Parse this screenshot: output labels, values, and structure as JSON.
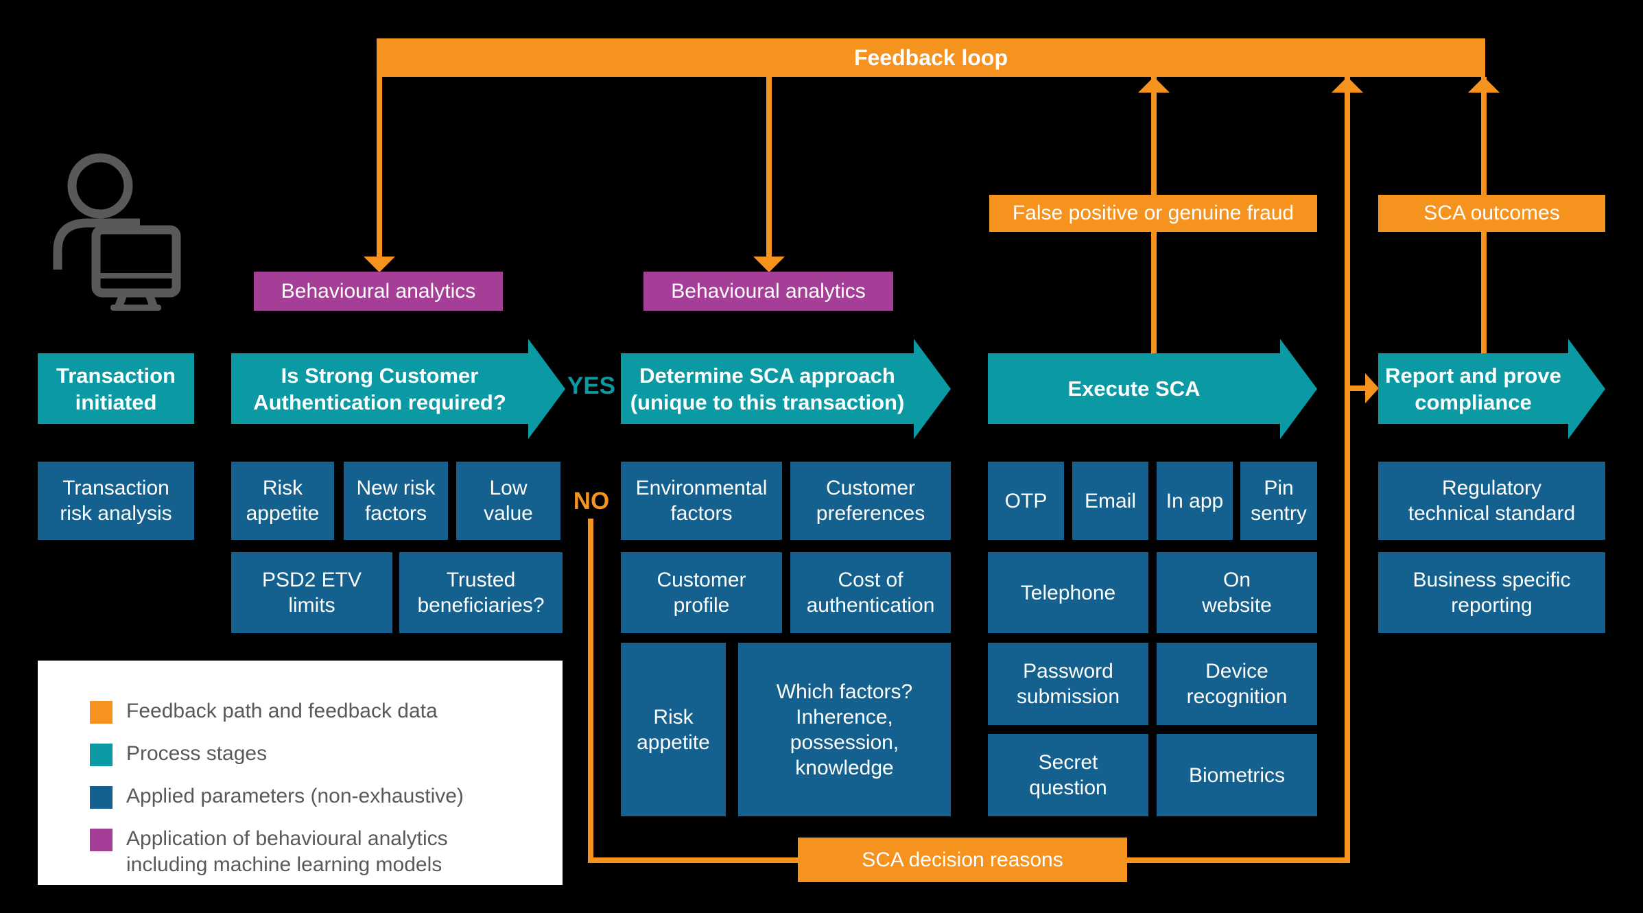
{
  "colors": {
    "background": "#000000",
    "orange_feedback": "#F6921E",
    "teal_process": "#0B9AA4",
    "blue_parameters": "#14608E",
    "purple_behavioural": "#A53E97",
    "icon_gray": "#58595B",
    "legend_text_gray": "#58595B",
    "text_white": "#FFFFFF"
  },
  "feedback_bar": {
    "label": "Feedback loop"
  },
  "behavioural": {
    "left": "Behavioural analytics",
    "right": "Behavioural analytics"
  },
  "decision": {
    "yes": "YES",
    "no": "NO"
  },
  "feedback_boxes": {
    "false_positive": "False positive or genuine fraud",
    "sca_outcomes": "SCA outcomes",
    "sca_decision_reasons": "SCA decision reasons"
  },
  "stages": {
    "transaction_initiated": "Transaction\ninitiated",
    "sca_required": "Is Strong Customer\nAuthentication required?",
    "determine_sca": "Determine SCA approach\n(unique to this transaction)",
    "execute_sca": "Execute SCA",
    "report_compliance": "Report and prove\ncompliance"
  },
  "params": {
    "transaction": [
      "Transaction\nrisk analysis"
    ],
    "sca_required": [
      "Risk\nappetite",
      "New risk\nfactors",
      "Low\nvalue",
      "PSD2 ETV\nlimits",
      "Trusted\nbeneficiaries?"
    ],
    "determine_sca": [
      "Environmental\nfactors",
      "Customer\npreferences",
      "Customer\nprofile",
      "Cost of\nauthentication",
      "Risk\nappetite",
      "Which factors?\nInherence,\npossession,\nknowledge"
    ],
    "execute_sca": [
      "OTP",
      "Email",
      "In app",
      "Pin\nsentry",
      "Telephone",
      "On\nwebsite",
      "Password\nsubmission",
      "Device\nrecognition",
      "Secret\nquestion",
      "Biometrics"
    ],
    "report": [
      "Regulatory\ntechnical standard",
      "Business specific\nreporting"
    ]
  },
  "legend": {
    "items": [
      {
        "color": "#F6921E",
        "label": "Feedback path and feedback data"
      },
      {
        "color": "#0B9AA4",
        "label": "Process stages"
      },
      {
        "color": "#14608E",
        "label": "Applied parameters (non-exhaustive)"
      },
      {
        "color": "#A53E97",
        "label": "Application of behavioural analytics\nincluding machine learning models"
      }
    ]
  }
}
